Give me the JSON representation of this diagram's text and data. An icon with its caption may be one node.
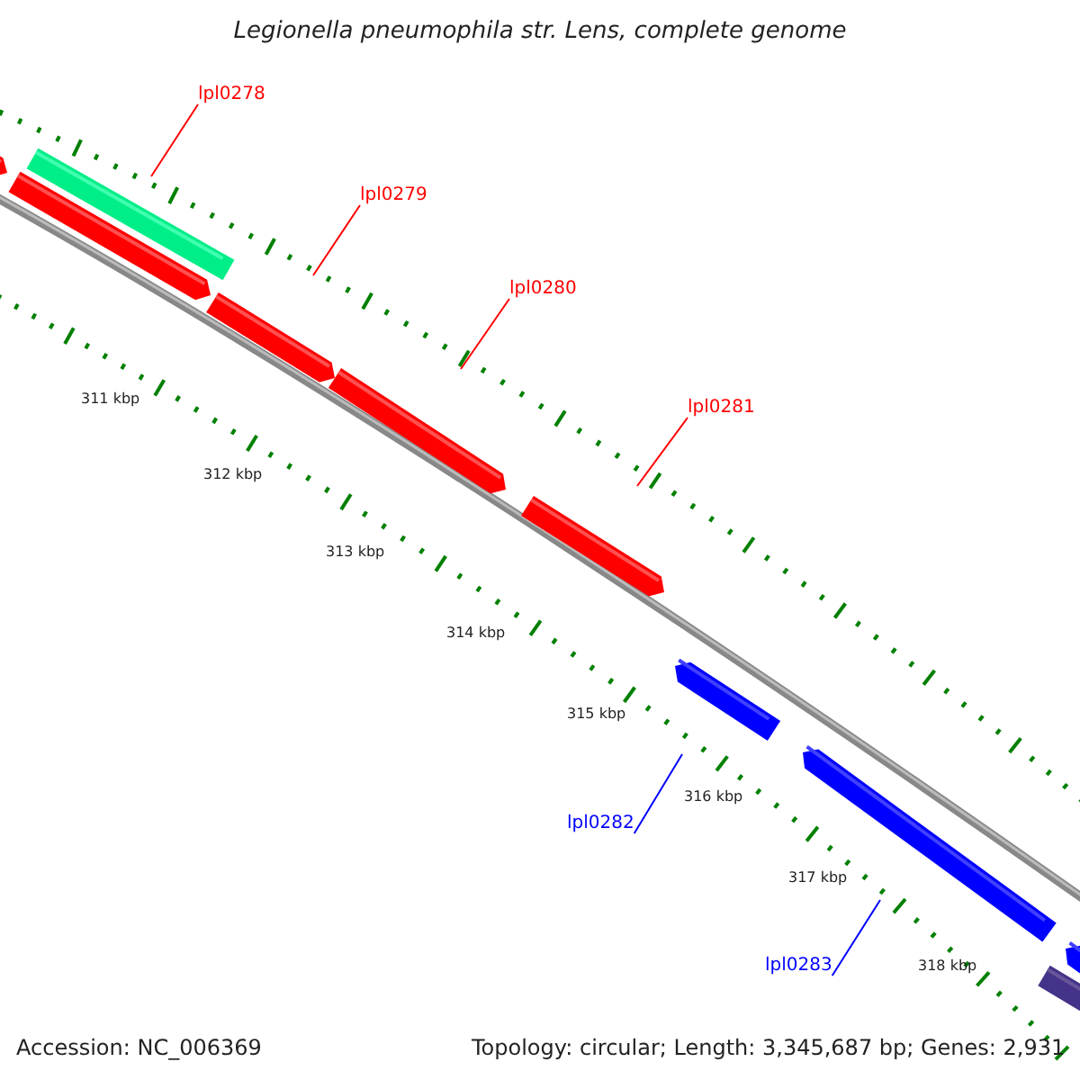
{
  "diagram": {
    "title": "Legionella pneumophila str. Lens, complete genome",
    "nodes": [
      {
        "text": [
          "lpl0278"
        ]
      },
      {
        "text": [
          "lpl0279"
        ]
      },
      {
        "text": [
          "lpl0280"
        ]
      },
      {
        "text": [
          "lpl0281"
        ]
      },
      {
        "text": [
          "lpl0282"
        ]
      },
      {
        "text": [
          "lpl0283"
        ]
      }
    ],
    "edges": [
      {
        "from": 0,
        "to": null,
        "arrow": "none",
        "color": "#ff0000"
      },
      {
        "from": 1,
        "to": null,
        "arrow": "none",
        "color": "#ff0000"
      },
      {
        "from": 2,
        "to": null,
        "arrow": "none",
        "color": "#ff0000"
      },
      {
        "from": 3,
        "to": null,
        "arrow": "none",
        "color": "#ff0000"
      },
      {
        "from": 4,
        "to": null,
        "arrow": "none",
        "color": "#0000ff"
      },
      {
        "from": 5,
        "to": null,
        "arrow": "none",
        "color": "#0000ff"
      }
    ],
    "labels": [
      "311 kbp",
      "312 kbp",
      "313 kbp",
      "314 kbp",
      "315 kbp",
      "316 kbp",
      "317 kbp",
      "318 kbp",
      "Accession: NC_006369",
      "Topology: circular; Length: 3,345,687 bp; Genes: 2,931"
    ]
  }
}
